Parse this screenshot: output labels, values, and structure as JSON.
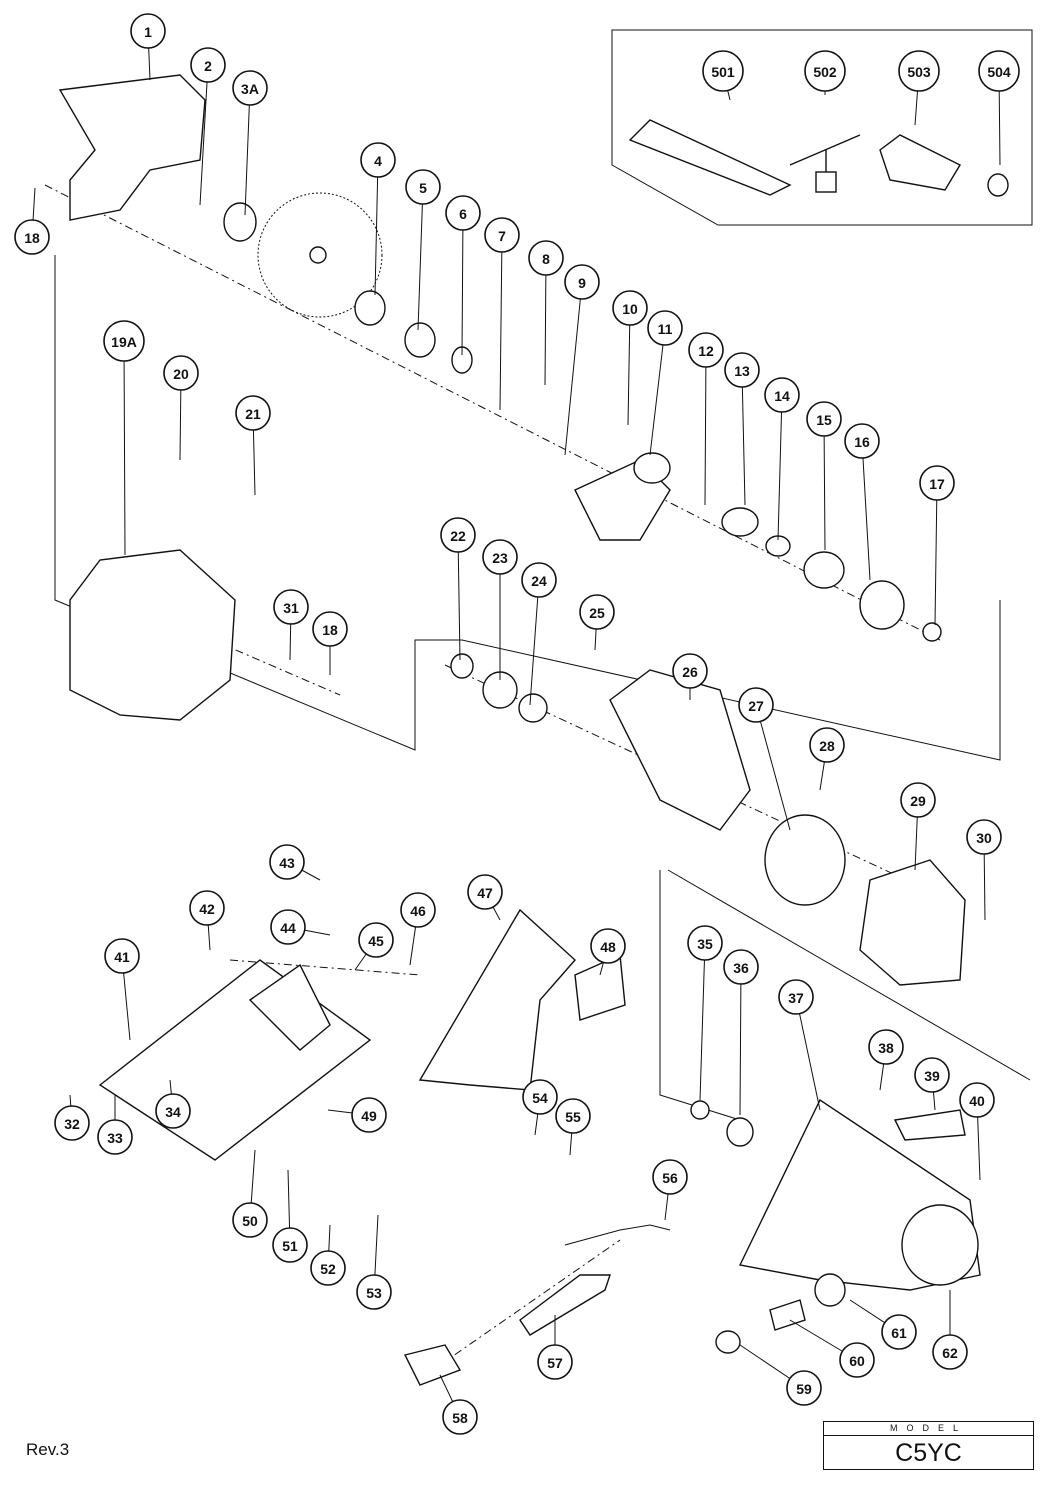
{
  "revision": "Rev.3",
  "model": {
    "header": "MODEL",
    "name": "C5YC"
  },
  "callouts": [
    "1",
    "2",
    "3A",
    "4",
    "5",
    "6",
    "7",
    "8",
    "9",
    "10",
    "11",
    "12",
    "13",
    "14",
    "15",
    "16",
    "17",
    "18",
    "18",
    "19A",
    "20",
    "21",
    "22",
    "23",
    "24",
    "25",
    "26",
    "27",
    "28",
    "29",
    "30",
    "31",
    "32",
    "33",
    "34",
    "35",
    "36",
    "37",
    "38",
    "39",
    "40",
    "41",
    "42",
    "43",
    "44",
    "45",
    "46",
    "47",
    "48",
    "49",
    "50",
    "51",
    "52",
    "53",
    "54",
    "55",
    "56",
    "57",
    "58",
    "59",
    "60",
    "61",
    "62",
    "501",
    "502",
    "503",
    "504"
  ]
}
